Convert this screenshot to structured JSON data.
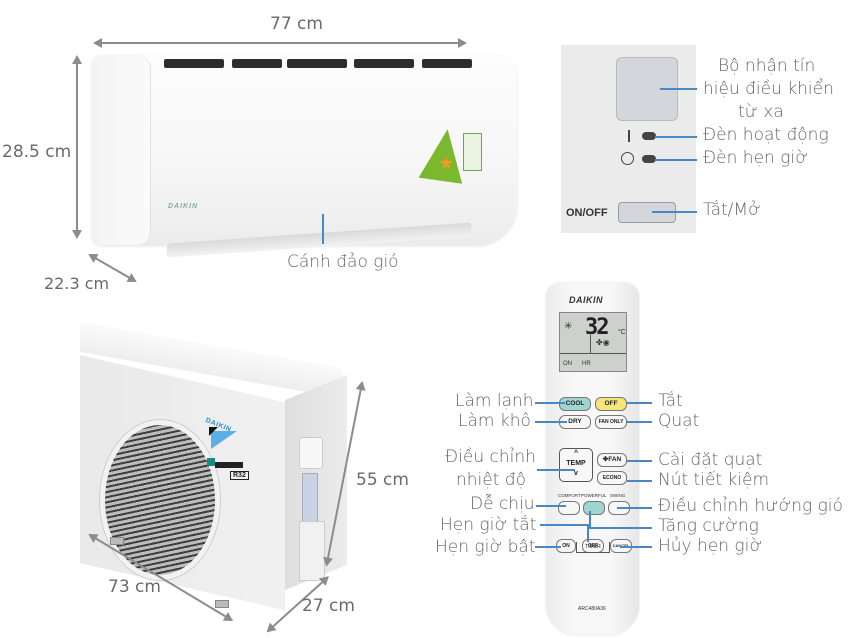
{
  "indoor_unit": {
    "width_label": "77 cm",
    "height_label": "28.5 cm",
    "depth_label": "22.3 cm",
    "flap_label": "Cánh đảo gió",
    "brand": "DAIKIN"
  },
  "control_panel": {
    "receiver_label": [
      "Bộ nhận tín",
      "hiệu điều khiển",
      "từ xa"
    ],
    "operation_led_label": "Đèn hoạt động",
    "timer_led_label": "Đèn hẹn giờ",
    "onoff_button_text": "ON/OFF",
    "onoff_label": "Tắt/Mở"
  },
  "remote": {
    "brand": "DAIKIN",
    "lcd": {
      "temperature": "32",
      "unit": "°C",
      "timer_text": "ON",
      "hr_text": "HR"
    },
    "buttons": {
      "cool": "COOL",
      "off": "OFF",
      "dry": "DRY",
      "fan_only": "FAN ONLY",
      "temp": "TEMP",
      "fan": "FAN",
      "econo": "ECONO",
      "comfort": "COMFORT",
      "powerful": "POWERFUL",
      "swing": "SWING",
      "timer_on": "ON",
      "timer_off": "OFF",
      "cancel": "CANCEL",
      "timer": "TIMER"
    },
    "model": "ARC480A36",
    "labels_left": {
      "cool": "Làm lạnh",
      "dry": "Làm khô",
      "temp": [
        "Điều chỉnh",
        "nhiệt độ"
      ],
      "comfort": "Dễ chịu",
      "timer_off": "Hẹn giờ tắt",
      "timer_on": "Hẹn giờ bật"
    },
    "labels_right": {
      "off": "Tắt",
      "fan_only": "Quạt",
      "fan": "Cài đặt quạt",
      "econo": "Nút tiết kiệm",
      "swing": "Điều chỉnh hướng gió",
      "powerful": "Tăng cường",
      "cancel": "Hủy hẹn giờ"
    }
  },
  "outdoor_unit": {
    "height_label": "55 cm",
    "width_label": "73 cm",
    "depth_label": "27 cm",
    "brand": "DAIKIN",
    "refrigerant": "R32"
  },
  "colors": {
    "leader_line": "#4a88c4",
    "label_text": "#666666",
    "cool_button": "#9fd6cf",
    "off_button": "#f5e67a",
    "powerful_button": "#9fd6cf",
    "daikin_blue": "#2e8fd0"
  }
}
